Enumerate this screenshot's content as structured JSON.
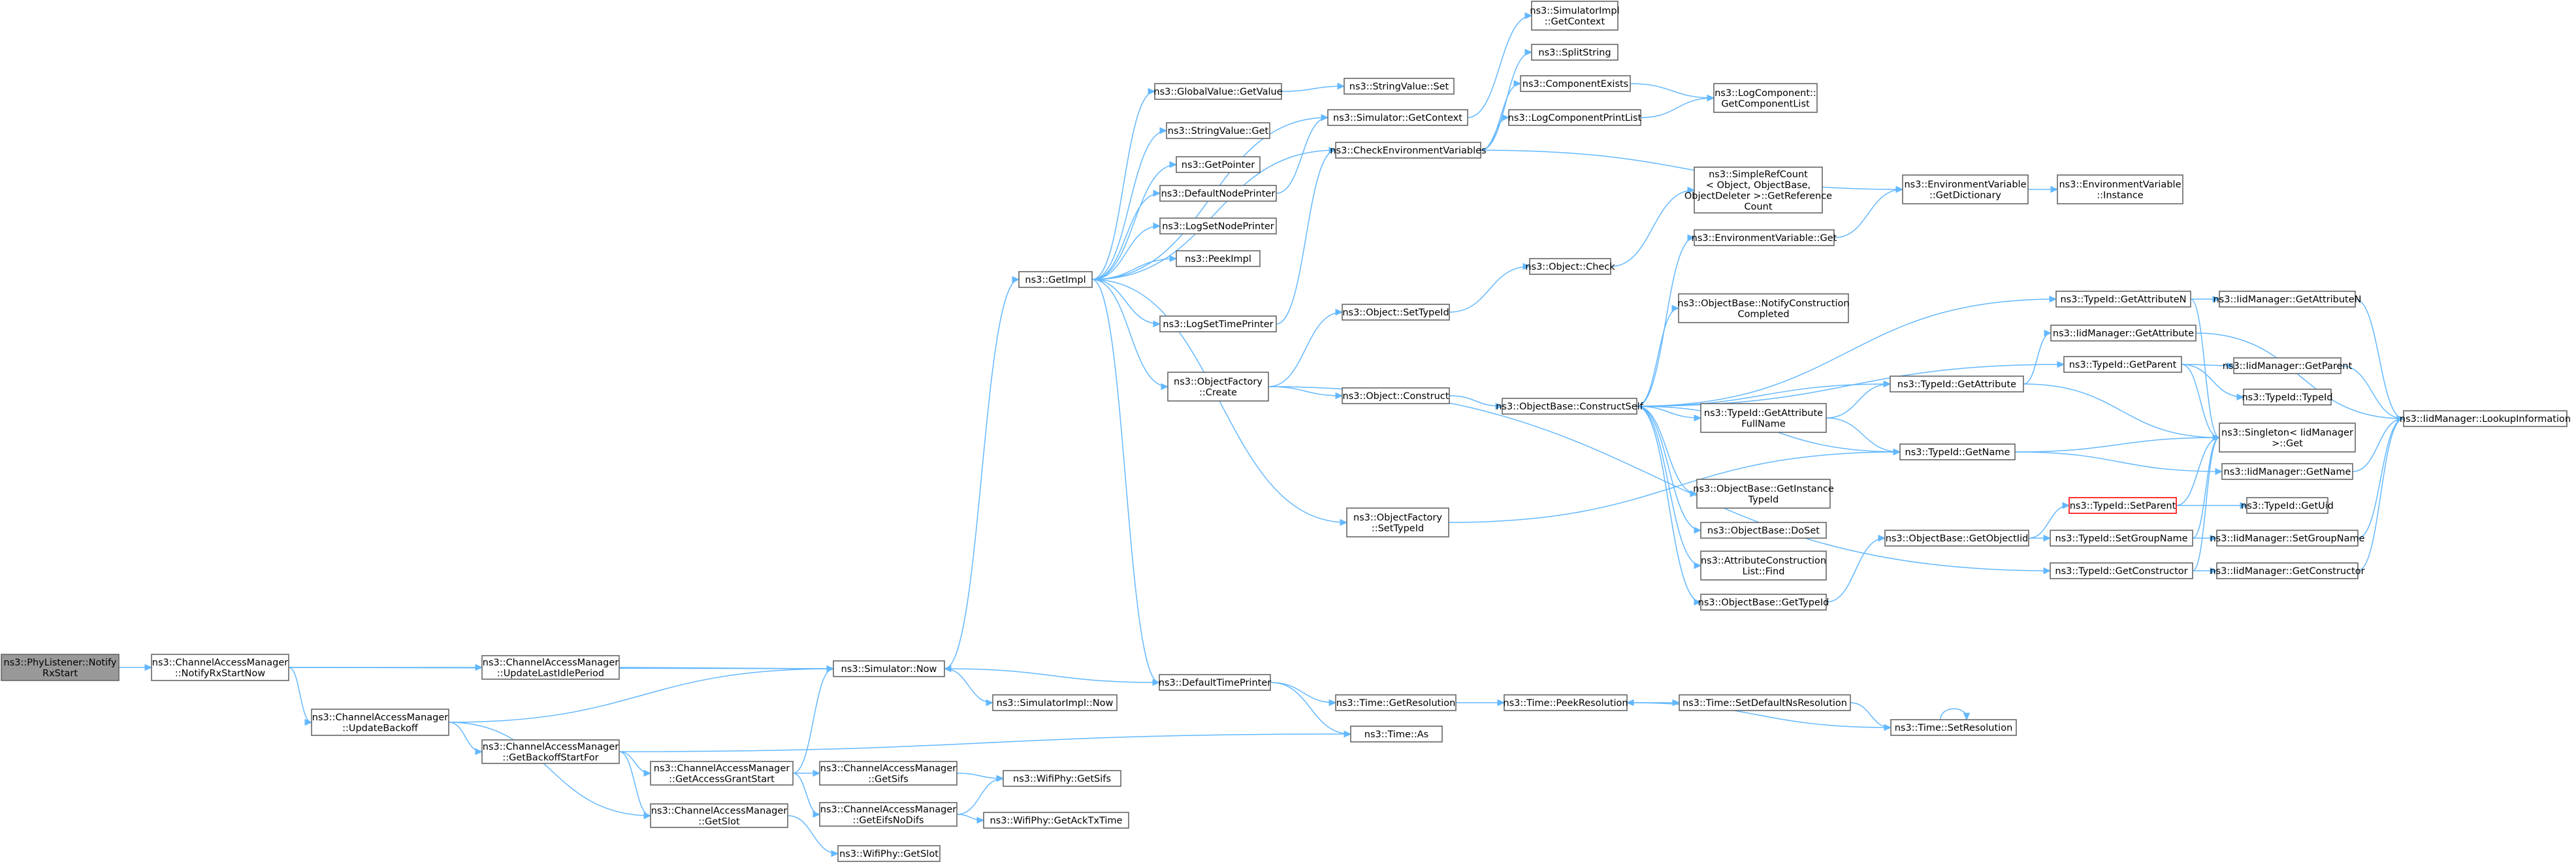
{
  "nodes": [
    {
      "id": "n0",
      "lines": [
        "ns3::PhyListener::Notify",
        "RxStart"
      ],
      "kind": "root"
    },
    {
      "id": "n1",
      "lines": [
        "ns3::ChannelAccessManager",
        "::NotifyRxStartNow"
      ]
    },
    {
      "id": "n2",
      "lines": [
        "ns3::ChannelAccessManager",
        "::UpdateLastIdlePeriod"
      ]
    },
    {
      "id": "n3",
      "lines": [
        "ns3::ChannelAccessManager",
        "::UpdateBackoff"
      ]
    },
    {
      "id": "n4",
      "lines": [
        "ns3::Simulator::Now"
      ]
    },
    {
      "id": "n5",
      "lines": [
        "ns3::ChannelAccessManager",
        "::GetBackoffStartFor"
      ]
    },
    {
      "id": "n6",
      "lines": [
        "ns3::ChannelAccessManager",
        "::GetAccessGrantStart"
      ]
    },
    {
      "id": "n7",
      "lines": [
        "ns3::ChannelAccessManager",
        "::GetSlot"
      ]
    },
    {
      "id": "n8",
      "lines": [
        "ns3::ChannelAccessManager",
        "::GetSifs"
      ]
    },
    {
      "id": "n9",
      "lines": [
        "ns3::ChannelAccessManager",
        "::GetEifsNoDifs"
      ]
    },
    {
      "id": "n10",
      "lines": [
        "ns3::WifiPhy::GetSifs"
      ]
    },
    {
      "id": "n11",
      "lines": [
        "ns3::WifiPhy::GetAckTxTime"
      ]
    },
    {
      "id": "n12",
      "lines": [
        "ns3::WifiPhy::GetSlot"
      ]
    },
    {
      "id": "n13",
      "lines": [
        "ns3::GetImpl"
      ]
    },
    {
      "id": "n14",
      "lines": [
        "ns3::DefaultTimePrinter"
      ]
    },
    {
      "id": "n15",
      "lines": [
        "ns3::SimulatorImpl::Now"
      ]
    },
    {
      "id": "n16",
      "lines": [
        "ns3::Time::GetResolution"
      ]
    },
    {
      "id": "n17",
      "lines": [
        "ns3::Time::As"
      ]
    },
    {
      "id": "n18",
      "lines": [
        "ns3::Time::PeekResolution"
      ]
    },
    {
      "id": "n19",
      "lines": [
        "ns3::Time::SetDefaultNsResolution"
      ]
    },
    {
      "id": "n20",
      "lines": [
        "ns3::Time::SetResolution"
      ]
    },
    {
      "id": "n21",
      "lines": [
        "ns3::GlobalValue::GetValue"
      ]
    },
    {
      "id": "n22",
      "lines": [
        "ns3::StringValue::Get"
      ]
    },
    {
      "id": "n23",
      "lines": [
        "ns3::GetPointer"
      ]
    },
    {
      "id": "n24",
      "lines": [
        "ns3::DefaultNodePrinter"
      ]
    },
    {
      "id": "n25",
      "lines": [
        "ns3::LogSetNodePrinter"
      ]
    },
    {
      "id": "n26",
      "lines": [
        "ns3::PeekImpl"
      ]
    },
    {
      "id": "n27",
      "lines": [
        "ns3::LogSetTimePrinter"
      ]
    },
    {
      "id": "n28",
      "lines": [
        "ns3::ObjectFactory",
        "::Create"
      ]
    },
    {
      "id": "n29",
      "lines": [
        "ns3::ObjectFactory",
        "::SetTypeId"
      ]
    },
    {
      "id": "n30",
      "lines": [
        "ns3::StringValue::Set"
      ]
    },
    {
      "id": "n31",
      "lines": [
        "ns3::Simulator::GetContext"
      ]
    },
    {
      "id": "n32",
      "lines": [
        "ns3::CheckEnvironmentVariables"
      ]
    },
    {
      "id": "n33",
      "lines": [
        "ns3::Object::SetTypeId"
      ]
    },
    {
      "id": "n34",
      "lines": [
        "ns3::Object::Construct"
      ]
    },
    {
      "id": "n35",
      "lines": [
        "ns3::SimulatorImpl",
        "::GetContext"
      ]
    },
    {
      "id": "n36",
      "lines": [
        "ns3::SplitString"
      ]
    },
    {
      "id": "n37",
      "lines": [
        "ns3::ComponentExists"
      ]
    },
    {
      "id": "n38",
      "lines": [
        "ns3::LogComponentPrintList"
      ]
    },
    {
      "id": "n39",
      "lines": [
        "ns3::LogComponent::",
        "GetComponentList"
      ]
    },
    {
      "id": "n40",
      "lines": [
        "ns3::EnvironmentVariable",
        "::GetDictionary"
      ]
    },
    {
      "id": "n41",
      "lines": [
        "ns3::EnvironmentVariable",
        "::Instance"
      ]
    },
    {
      "id": "n42",
      "lines": [
        "ns3::Object::Check"
      ]
    },
    {
      "id": "n43",
      "lines": [
        "ns3::ObjectBase::ConstructSelf"
      ]
    },
    {
      "id": "n44",
      "lines": [
        "ns3::SimpleRefCount",
        "< Object, ObjectBase,",
        "ObjectDeleter >::GetReference",
        "Count"
      ]
    },
    {
      "id": "n45",
      "lines": [
        "ns3::EnvironmentVariable::Get"
      ]
    },
    {
      "id": "n46",
      "lines": [
        "ns3::ObjectBase::NotifyConstruction",
        "Completed"
      ]
    },
    {
      "id": "n47",
      "lines": [
        "ns3::TypeId::GetAttribute",
        "FullName"
      ]
    },
    {
      "id": "n48",
      "lines": [
        "ns3::ObjectBase::GetInstance",
        "TypeId"
      ]
    },
    {
      "id": "n49",
      "lines": [
        "ns3::ObjectBase::DoSet"
      ]
    },
    {
      "id": "n50",
      "lines": [
        "ns3::AttributeConstruction",
        "List::Find"
      ]
    },
    {
      "id": "n51",
      "lines": [
        "ns3::ObjectBase::GetTypeId"
      ]
    },
    {
      "id": "n52",
      "lines": [
        "ns3::ObjectBase::GetObjectIid"
      ]
    },
    {
      "id": "n53",
      "lines": [
        "ns3::TypeId::GetAttribute"
      ]
    },
    {
      "id": "n54",
      "lines": [
        "ns3::TypeId::GetName"
      ]
    },
    {
      "id": "n55",
      "lines": [
        "ns3::TypeId::GetAttributeN"
      ]
    },
    {
      "id": "n56",
      "lines": [
        "ns3::IidManager::GetAttribute"
      ]
    },
    {
      "id": "n57",
      "lines": [
        "ns3::TypeId::GetParent"
      ]
    },
    {
      "id": "n58",
      "lines": [
        "ns3::TypeId::SetParent"
      ],
      "kind": "red"
    },
    {
      "id": "n59",
      "lines": [
        "ns3::TypeId::SetGroupName"
      ]
    },
    {
      "id": "n60",
      "lines": [
        "ns3::TypeId::GetConstructor"
      ]
    },
    {
      "id": "n61",
      "lines": [
        "ns3::IidManager::GetAttributeN"
      ]
    },
    {
      "id": "n62",
      "lines": [
        "ns3::IidManager::GetParent"
      ]
    },
    {
      "id": "n63",
      "lines": [
        "ns3::TypeId::TypeId"
      ]
    },
    {
      "id": "n64",
      "lines": [
        "ns3::Singleton< IidManager",
        "  >::Get"
      ]
    },
    {
      "id": "n65",
      "lines": [
        "ns3::IidManager::GetName"
      ]
    },
    {
      "id": "n66",
      "lines": [
        "ns3::TypeId::GetUid"
      ]
    },
    {
      "id": "n67",
      "lines": [
        "ns3::IidManager::SetGroupName"
      ]
    },
    {
      "id": "n68",
      "lines": [
        "ns3::IidManager::GetConstructor"
      ]
    },
    {
      "id": "n69",
      "lines": [
        "ns3::IidManager::LookupInformation"
      ]
    }
  ],
  "edges": [
    [
      "n0",
      "n1"
    ],
    [
      "n1",
      "n2"
    ],
    [
      "n1",
      "n3"
    ],
    [
      "n1",
      "n4"
    ],
    [
      "n2",
      "n4"
    ],
    [
      "n3",
      "n4"
    ],
    [
      "n3",
      "n5"
    ],
    [
      "n3",
      "n7"
    ],
    [
      "n5",
      "n6"
    ],
    [
      "n5",
      "n7"
    ],
    [
      "n5",
      "n17"
    ],
    [
      "n6",
      "n4"
    ],
    [
      "n6",
      "n8"
    ],
    [
      "n6",
      "n9"
    ],
    [
      "n8",
      "n10"
    ],
    [
      "n9",
      "n10"
    ],
    [
      "n9",
      "n11"
    ],
    [
      "n7",
      "n12"
    ],
    [
      "n4",
      "n13"
    ],
    [
      "n4",
      "n15"
    ],
    [
      "n13",
      "n21"
    ],
    [
      "n13",
      "n22"
    ],
    [
      "n13",
      "n23"
    ],
    [
      "n13",
      "n24"
    ],
    [
      "n13",
      "n25"
    ],
    [
      "n13",
      "n26"
    ],
    [
      "n13",
      "n27"
    ],
    [
      "n13",
      "n28"
    ],
    [
      "n13",
      "n29"
    ],
    [
      "n13",
      "n14"
    ],
    [
      "n13",
      "n31"
    ],
    [
      "n13",
      "n32"
    ],
    [
      "n14",
      "n4"
    ],
    [
      "n14",
      "n16"
    ],
    [
      "n14",
      "n17"
    ],
    [
      "n16",
      "n18"
    ],
    [
      "n18",
      "n19"
    ],
    [
      "n19",
      "n20"
    ],
    [
      "n20",
      "n18"
    ],
    [
      "n20",
      "n20"
    ],
    [
      "n21",
      "n30"
    ],
    [
      "n24",
      "n31"
    ],
    [
      "n27",
      "n32"
    ],
    [
      "n31",
      "n35"
    ],
    [
      "n32",
      "n36"
    ],
    [
      "n32",
      "n37"
    ],
    [
      "n32",
      "n38"
    ],
    [
      "n32",
      "n40"
    ],
    [
      "n37",
      "n39"
    ],
    [
      "n38",
      "n39"
    ],
    [
      "n40",
      "n41"
    ],
    [
      "n28",
      "n33"
    ],
    [
      "n28",
      "n34"
    ],
    [
      "n28",
      "n60"
    ],
    [
      "n29",
      "n54"
    ],
    [
      "n33",
      "n42"
    ],
    [
      "n42",
      "n44"
    ],
    [
      "n34",
      "n43"
    ],
    [
      "n43",
      "n45"
    ],
    [
      "n43",
      "n46"
    ],
    [
      "n43",
      "n47"
    ],
    [
      "n43",
      "n48"
    ],
    [
      "n43",
      "n49"
    ],
    [
      "n43",
      "n50"
    ],
    [
      "n43",
      "n51"
    ],
    [
      "n43",
      "n53"
    ],
    [
      "n43",
      "n54"
    ],
    [
      "n43",
      "n55"
    ],
    [
      "n43",
      "n57"
    ],
    [
      "n45",
      "n40"
    ],
    [
      "n47",
      "n53"
    ],
    [
      "n47",
      "n54"
    ],
    [
      "n51",
      "n52"
    ],
    [
      "n52",
      "n58"
    ],
    [
      "n52",
      "n59"
    ],
    [
      "n53",
      "n56"
    ],
    [
      "n53",
      "n64"
    ],
    [
      "n54",
      "n64"
    ],
    [
      "n54",
      "n65"
    ],
    [
      "n55",
      "n61"
    ],
    [
      "n55",
      "n64"
    ],
    [
      "n56",
      "n69"
    ],
    [
      "n57",
      "n62"
    ],
    [
      "n57",
      "n63"
    ],
    [
      "n57",
      "n64"
    ],
    [
      "n58",
      "n64"
    ],
    [
      "n58",
      "n66"
    ],
    [
      "n59",
      "n64"
    ],
    [
      "n59",
      "n67"
    ],
    [
      "n60",
      "n64"
    ],
    [
      "n60",
      "n68"
    ],
    [
      "n61",
      "n69"
    ],
    [
      "n62",
      "n69"
    ],
    [
      "n65",
      "n69"
    ],
    [
      "n67",
      "n69"
    ],
    [
      "n68",
      "n69"
    ]
  ]
}
